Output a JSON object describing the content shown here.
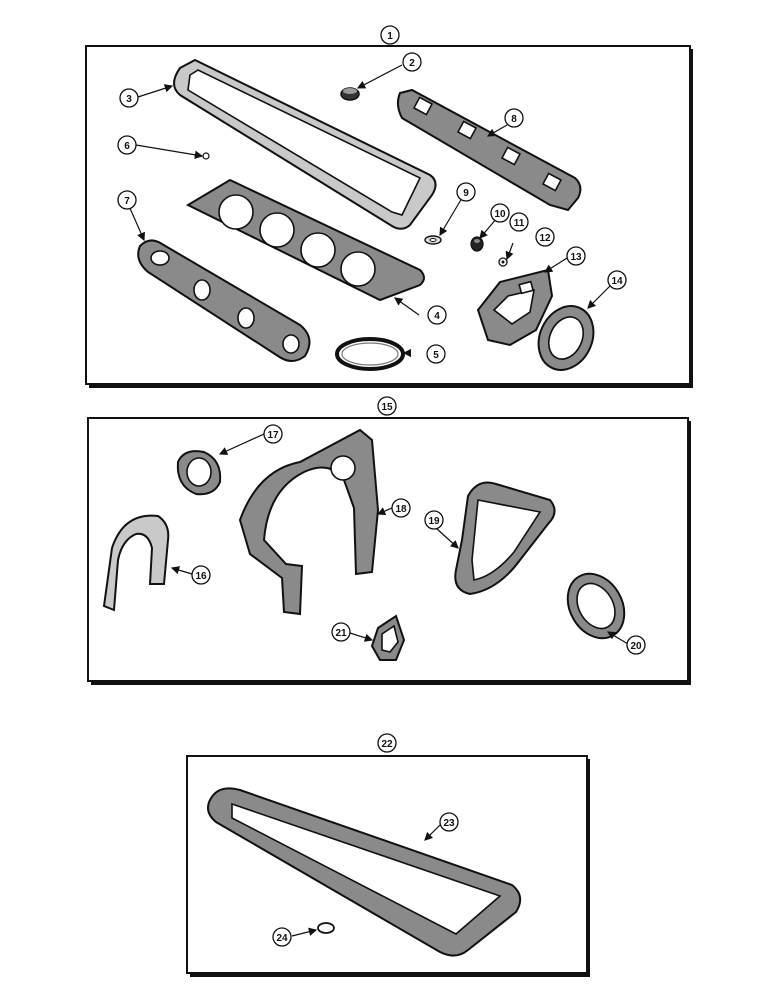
{
  "groups": [
    {
      "id": "1",
      "label": "1"
    },
    {
      "id": "15",
      "label": "15"
    },
    {
      "id": "22",
      "label": "22"
    }
  ],
  "callouts": [
    "2",
    "3",
    "4",
    "5",
    "6",
    "7",
    "8",
    "9",
    "10",
    "11",
    "12",
    "13",
    "14",
    "16",
    "17",
    "18",
    "19",
    "20",
    "21",
    "23",
    "24"
  ]
}
